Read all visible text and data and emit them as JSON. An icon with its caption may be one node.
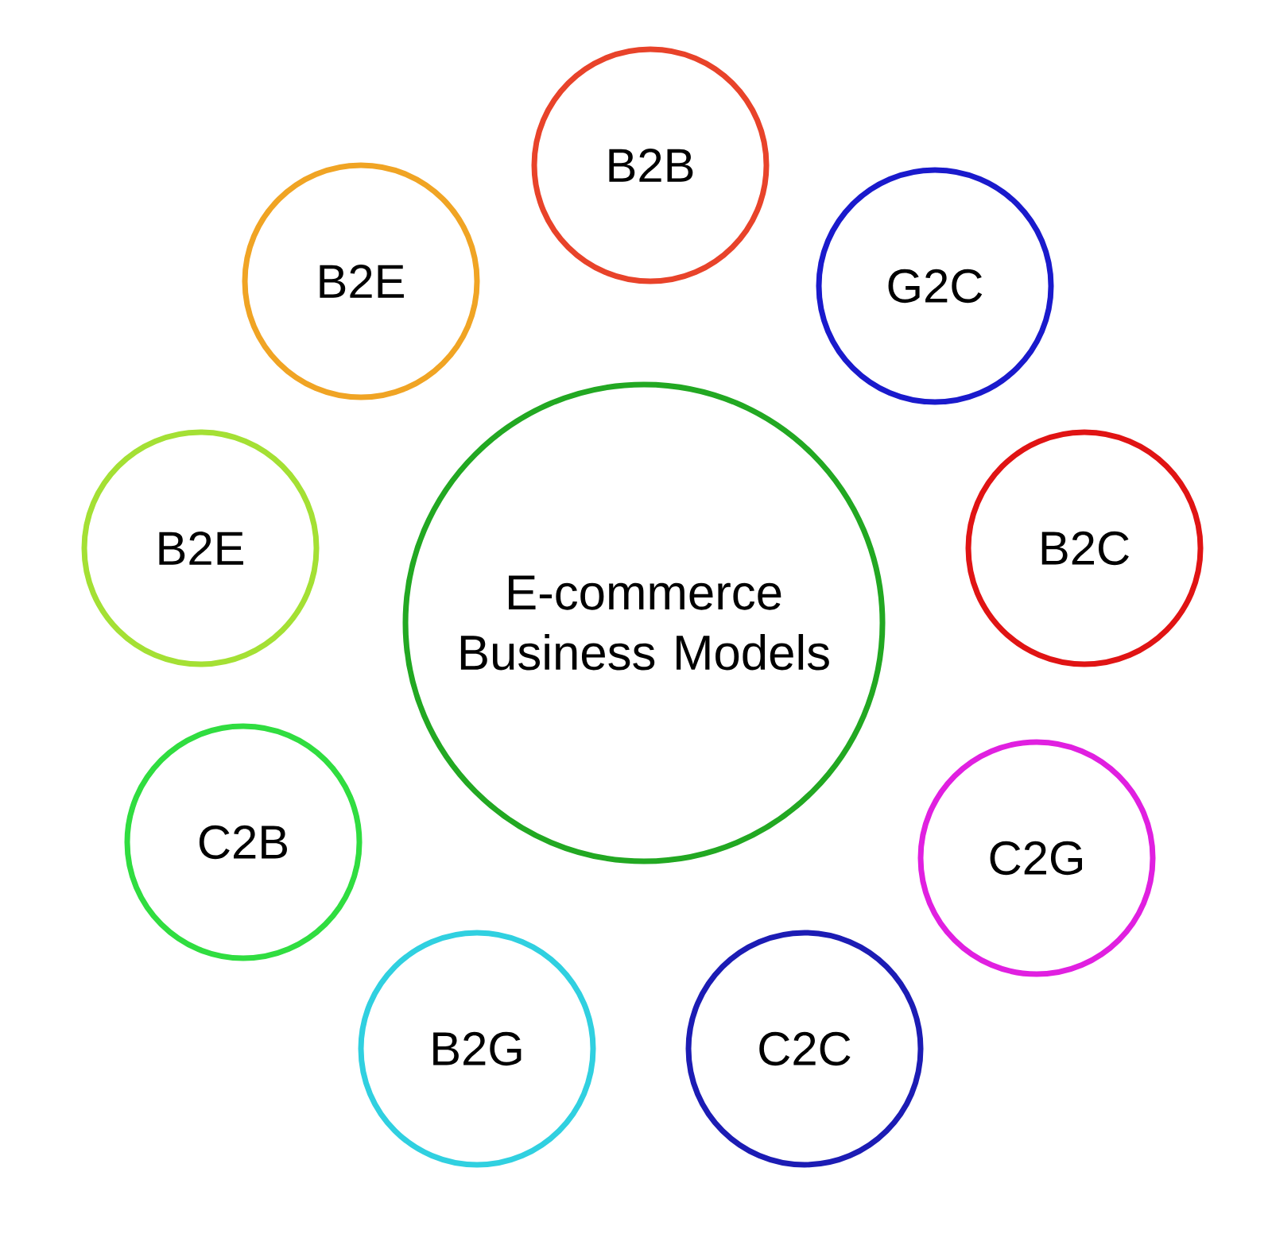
{
  "diagram": {
    "nodes": [
      {
        "text": [
          "E-commerce Business Models"
        ]
      },
      {
        "text": [
          "B2B"
        ]
      },
      {
        "text": [
          "G2C"
        ]
      },
      {
        "text": [
          "B2C"
        ]
      },
      {
        "text": [
          "C2G"
        ]
      },
      {
        "text": [
          "C2C"
        ]
      },
      {
        "text": [
          "B2G"
        ]
      },
      {
        "text": [
          "C2B"
        ]
      },
      {
        "text": [
          "B2E"
        ]
      },
      {
        "text": [
          "B2E"
        ]
      }
    ]
  }
}
